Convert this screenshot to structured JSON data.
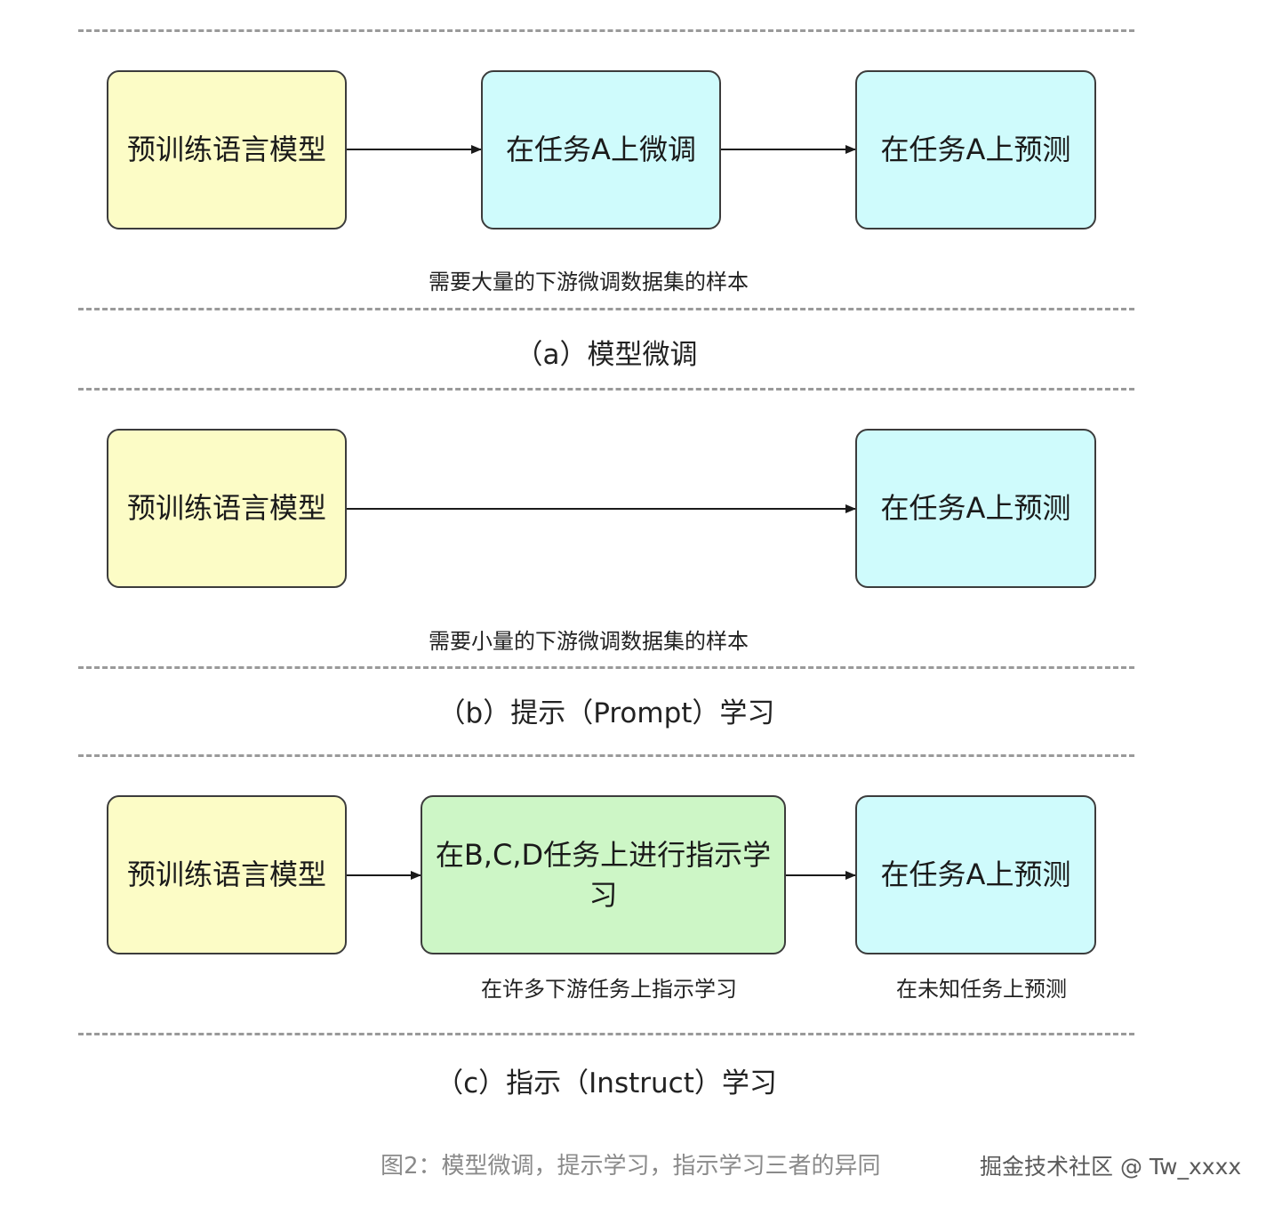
{
  "panel_a": {
    "pretrain": "预训练语言模型",
    "finetune": "在任务A上微调",
    "predict": "在任务A上预测",
    "note": "需要大量的下游微调数据集的样本",
    "label": "（a）模型微调"
  },
  "panel_b": {
    "pretrain": "预训练语言模型",
    "predict": "在任务A上预测",
    "note": "需要小量的下游微调数据集的样本",
    "label": "（b）提示（Prompt）学习"
  },
  "panel_c": {
    "pretrain": "预训练语言模型",
    "instruct": "在B,C,D任务上进行指示学习",
    "predict": "在任务A上预测",
    "note_instruct": "在许多下游任务上指示学习",
    "note_predict": "在未知任务上预测",
    "label": "（c）指示（Instruct）学习"
  },
  "caption": "图2：模型微调，提示学习，指示学习三者的异同",
  "watermark": "掘金技术社区 @ Tw_xxxx",
  "colors": {
    "pretrain_box": "#fcfcc6",
    "task_box": "#cffbfc",
    "instruct_box": "#cdf6c6",
    "border": "#3c3c3c"
  }
}
